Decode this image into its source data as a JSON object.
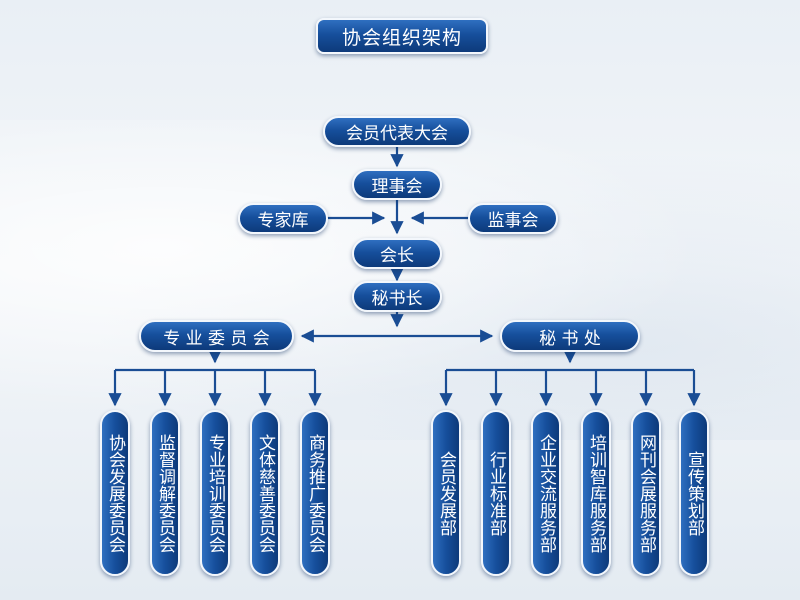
{
  "title": "协会组织架构",
  "nodes": {
    "assembly": "会员代表大会",
    "council": "理事会",
    "experts": "专家库",
    "supervisors": "监事会",
    "president": "会长",
    "secretary_general": "秘书长",
    "committees": "专 业 委 员 会",
    "secretariat": "秘 书 处"
  },
  "committees": [
    "协会发展委员会",
    "监督调解委员会",
    "专业培训委员会",
    "文体慈善委员会",
    "商务推广委员会"
  ],
  "departments": [
    "会员发展部",
    "行业标准部",
    "企业交流服务部",
    "培训智库服务部",
    "网刊会展服务部",
    "宣传策划部"
  ],
  "colors": {
    "node_dark": "#0d3a7a",
    "node_light": "#2f6fc0",
    "line": "#1a4d94"
  }
}
